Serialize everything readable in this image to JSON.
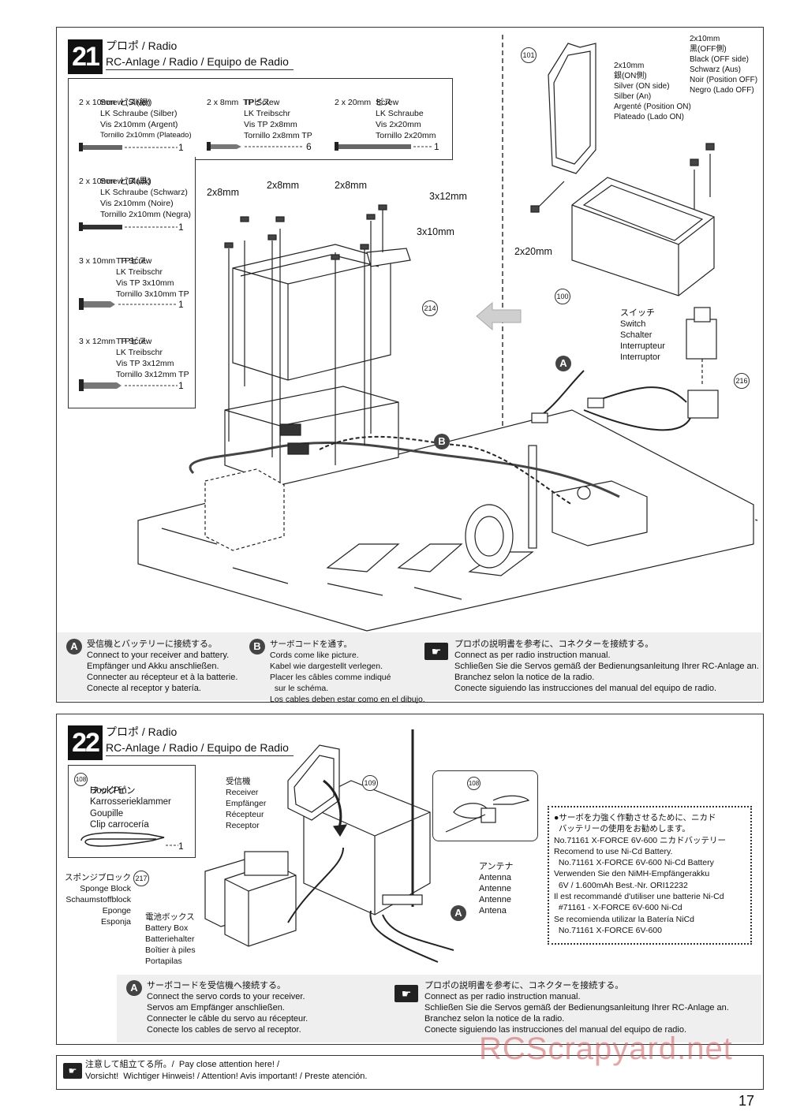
{
  "step21": {
    "number": "21",
    "title_jp": "プロポ / Radio",
    "title_multi": "RC-Anlage / Radio / Equipo de Radio",
    "parts": [
      {
        "lines": [
          "2 x 10mm  ビス(銀)",
          "Screw (Silver)",
          "LK Schraube (Silber)",
          "Vis 2x10mm (Argent)",
          "Tornillo 2x10mm (Plateado)"
        ],
        "qty": "1"
      },
      {
        "lines": [
          "2 x 8mm  TPビス",
          "TP Screw",
          "LK Treibschr",
          "Vis TP 2x8mm",
          "Tornillo 2x8mm TP"
        ],
        "qty": "6"
      },
      {
        "lines": [
          "2 x 20mm  ビス",
          "Screw",
          "LK Schraube",
          "Vis 2x20mm",
          "Tornillo 2x20mm"
        ],
        "qty": "1"
      },
      {
        "lines": [
          "2 x 10mm  ビス(黒)",
          "Screw (Black)",
          "LK Schraube (Schwarz)",
          "Vis 2x10mm (Noire)",
          "Tornillo 2x10mm (Negra)"
        ],
        "qty": "1"
      },
      {
        "lines": [
          "3 x 10mm  TPビス",
          "TP Screw",
          "LK Treibschr",
          "Vis TP 3x10mm",
          "Tornillo 3x10mm TP"
        ],
        "qty": "1"
      },
      {
        "lines": [
          "3 x 12mm  TPビス",
          "TP Screw",
          "LK Treibschr",
          "Vis TP 3x12mm",
          "Tornillo 3x12mm TP"
        ],
        "qty": "1"
      }
    ],
    "labels": {
      "s2x8_a": "2x8mm",
      "s2x8_b": "2x8mm",
      "s2x8_c": "2x8mm",
      "s3x12": "3x12mm",
      "s3x10": "3x10mm",
      "s2x20": "2x20mm",
      "s2x10_on": "2x10mm\n銀(ON側)\nSilver (ON side)\nSilber (An)\nArgenté (Position ON)\nPlateado (Lado ON)",
      "s2x10_off": "2x10mm\n黒(OFF側)\nBlack (OFF side)\nSchwarz (Aus)\nNoir (Position OFF)\nNegro (Lado OFF)",
      "switch": "スイッチ\nSwitch\nSchalter\nInterrupteur\nInterruptor",
      "part101": "101",
      "part100": "100",
      "part214": "214",
      "part216": "216",
      "badge_a": "A",
      "badge_b": "B"
    },
    "notes": {
      "a_badge": "A",
      "a_text": "受信機とバッテリーに接続する。\nConnect to your receiver and battery.\nEmpfänger und Akku anschließen.\nConnecter au récepteur et à la batterie.\nConecte al receptor y batería.",
      "b_badge": "B",
      "b_text": "サーボコードを通す。\nCords come like picture.\nKabel wie dargestellt verlegen.\nPlacer les câbles comme indiqué\n  sur le schéma.\nLos cables deben estar como en el dibujo.",
      "hand_text": "プロポの説明書を参考に、コネクターを接続する。\nConnect as per radio instruction manual.\nSchließen Sie die Servos gemäß der Bedienungsanleitung Ihrer RC-Anlage an.\nBranchez selon la notice de la radio.\nConecte siguiendo las instrucciones del manual del equipo de radio."
    }
  },
  "step22": {
    "number": "22",
    "title_jp": "プロポ / Radio",
    "title_multi": "RC-Anlage / Radio / Equipo de Radio",
    "part": {
      "num": "108",
      "lines": [
        "フックピン",
        "Hook Pin",
        "Karrosserieklammer",
        "Goupille",
        "Clip carrocería"
      ],
      "qty": "1"
    },
    "labels": {
      "receiver": "受信機\nReceiver\nEmpfänger\nRécepteur\nReceptor",
      "sponge": "スポンジブロック\nSponge Block\nSchaumstoffblock\nEponge\nEsponja",
      "sponge_num": "217",
      "battery_box": "電池ボックス\nBattery Box\nBatteriehalter\nBoîtier à piles\nPortapilas",
      "antenna": "アンテナ\nAntenna\nAntenne\nAntenne\nAntena",
      "part109": "109",
      "part108": "108",
      "badge_a": "A"
    },
    "recommend": "●サーボを力強く作動させるために、ニカド\n  バッテリーの使用をお勧めします。\nNo.71161 X-FORCE 6V-600 ニカドバッテリー\nRecomend to use Ni-Cd Battery.\n  No.71161 X-FORCE 6V-600 Ni-Cd Battery\nVerwenden Sie den NiMH-Empfängerakku\n  6V / 1.600mAh Best.-Nr. ORI12232\nIl est recommandé d'utiliser une batterie Ni-Cd\n  #71161 - X-FORCE 6V-600 Ni-Cd\nSe recomienda utilizar la Batería NiCd\n  No.71161 X-FORCE 6V-600",
    "notes": {
      "a_badge": "A",
      "a_text": "サーボコードを受信機へ接続する。\nConnect the servo cords to your receiver.\nServos am Empfänger anschließen.\nConnecter le câble du servo au récepteur.\nConecte los cables de servo al receptor.",
      "hand_text": "プロポの説明書を参考に、コネクターを接続する。\nConnect as per radio instruction manual.\nSchließen Sie die Servos gemäß der Bedienungsanleitung Ihrer RC-Anlage an.\nBranchez selon la notice de la radio.\nConecte siguiendo las instrucciones del manual del equipo de radio."
    }
  },
  "footer": {
    "attention_line1": "注意して組立てる所。/  Pay close attention here! /",
    "attention_line2": "Vorsicht!  Wichtiger Hinweis! / Attention! Avis important! / Preste atención.",
    "watermark": "RCScrapyard.net",
    "page_number": "17"
  }
}
